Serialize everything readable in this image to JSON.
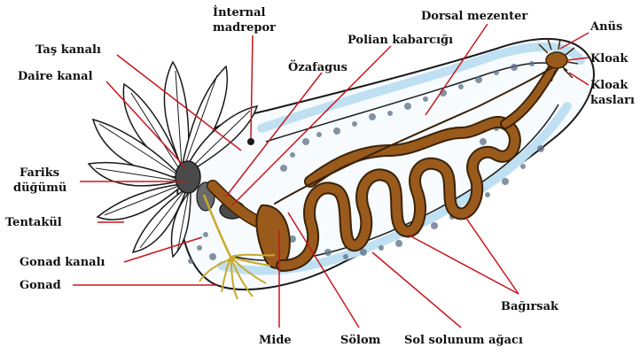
{
  "colors": {
    "leader": "#c8161d",
    "gut": "#9a5a1c",
    "gut_stroke": "#3a2308",
    "body_outline": "#1a1a1a",
    "coelom_blue": "#bfe0f2",
    "gonad": "#c9a92c",
    "tentacle_fill": "#ffffff",
    "dark_organ": "#4a4a4a",
    "respiratory_tree": "#5b6f86"
  },
  "labels": {
    "internal_madrepore_l1": "İnternal",
    "internal_madrepore_l2": "madrepor",
    "dorsal_mesentery": "Dorsal mezenter",
    "anus": "Anüs",
    "stone_canal": "Taş kanalı",
    "polian_vesicle": "Polian kabarcığı",
    "cloaca": "Kloak",
    "ring_canal": "Daire kanal",
    "esophagus": "Özafagus",
    "cloacal_muscles_l1": "Kloak",
    "cloacal_muscles_l2": "kasları",
    "pharynx_ganglion_l1": "Fariks",
    "pharynx_ganglion_l2": "düğümü",
    "tentacle": "Tentakül",
    "gonad_duct": "Gonad kanalı",
    "gonad": "Gonad",
    "intestine": "Bağırsak",
    "stomach": "Mide",
    "coelom": "Sölom",
    "left_respiratory_tree": "Sol solunum ağacı"
  }
}
